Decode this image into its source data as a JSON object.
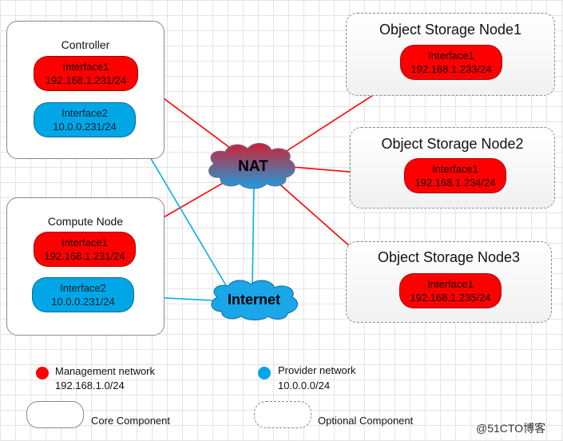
{
  "controller": {
    "title": "Controller",
    "iface1": {
      "name": "Interface1",
      "ip": "192.168.1.231/24"
    },
    "iface2": {
      "name": "Interface2",
      "ip": "10.0.0.231/24"
    }
  },
  "compute": {
    "title": "Compute Node",
    "iface1": {
      "name": "Interface1",
      "ip": "192.168.1.231/24"
    },
    "iface2": {
      "name": "Interface2",
      "ip": "10.0.0.231/24"
    }
  },
  "storage1": {
    "title": "Object Storage Node1",
    "iface1": {
      "name": "Interface1",
      "ip": "192.168.1.233/24"
    }
  },
  "storage2": {
    "title": "Object Storage Node2",
    "iface1": {
      "name": "Interface1",
      "ip": "192.168.1.234/24"
    }
  },
  "storage3": {
    "title": "Object Storage Node3",
    "iface1": {
      "name": "Interface1",
      "ip": "192.168.1.235/24"
    }
  },
  "clouds": {
    "nat": "NAT",
    "internet": "Internet"
  },
  "legend": {
    "management": {
      "label": "Management network",
      "subnet": "192.168.1.0/24",
      "color": "#ff0000"
    },
    "provider": {
      "label": "Provider network",
      "subnet": "10.0.0.0/24",
      "color": "#00a6e6"
    },
    "core": "Core Component",
    "optional": "Optional Component"
  },
  "watermark": "@51CTO博客",
  "colors": {
    "management_link": "#ff0000",
    "provider_link": "#00b0ea"
  }
}
